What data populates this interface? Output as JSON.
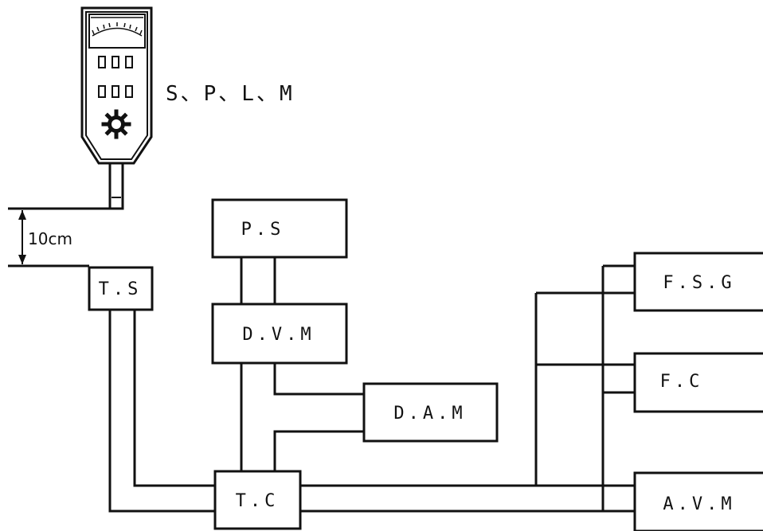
{
  "meter": {
    "label": "S、P、L、M"
  },
  "dimension": {
    "label": "10cm"
  },
  "blocks": {
    "ts": "T.S",
    "ps": "P.S",
    "dvm": "D.V.M",
    "dam": "D.A.M",
    "tc": "T.C",
    "fsg": "F.S.G",
    "fc": "F.C",
    "avm": "A.V.M"
  },
  "colors": {
    "stroke": "#111111",
    "background": "#ffffff"
  }
}
